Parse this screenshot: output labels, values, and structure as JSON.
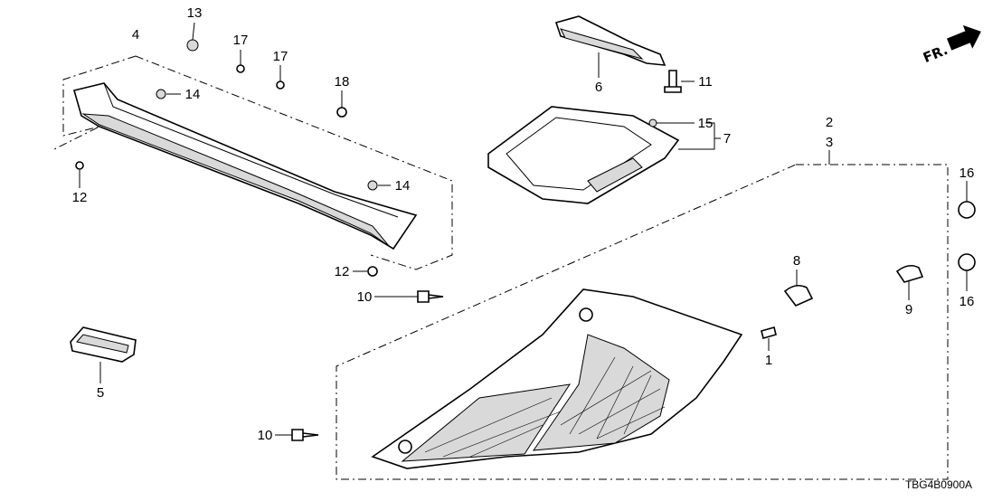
{
  "diagram": {
    "code": "TBG4B0900A",
    "direction_label": "FR.",
    "callouts": {
      "c13": "13",
      "c4": "4",
      "c17a": "17",
      "c17b": "17",
      "c18": "18",
      "c14a": "14",
      "c14b": "14",
      "c12a": "12",
      "c12b": "12",
      "c10a": "10",
      "c10b": "10",
      "c5": "5",
      "c6": "6",
      "c11": "11",
      "c15": "15",
      "c7": "7",
      "c2": "2",
      "c3": "3",
      "c16a": "16",
      "c16b": "16",
      "c8": "8",
      "c9": "9",
      "c1": "1"
    }
  }
}
